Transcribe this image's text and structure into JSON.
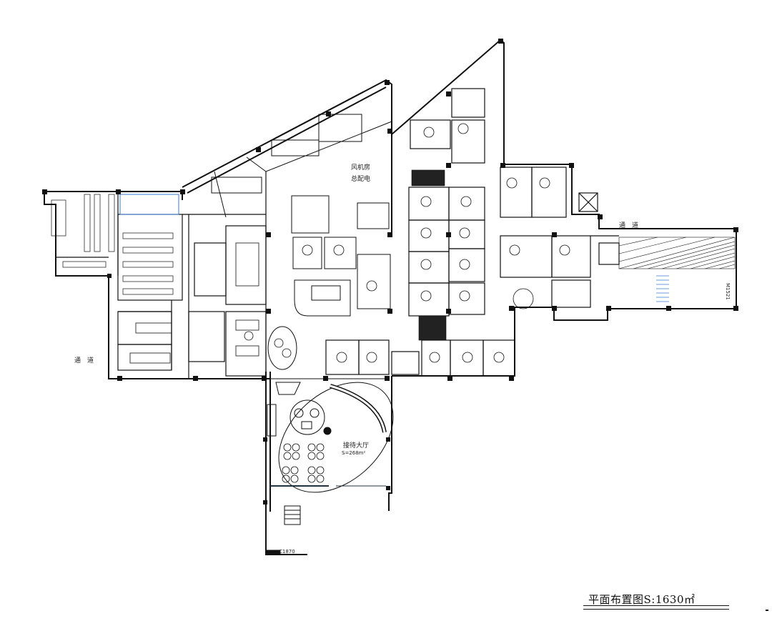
{
  "plan": {
    "title": "平面布置图S:1630㎡",
    "rooms": {
      "fan_room": "风机房",
      "power_room": "总配电",
      "reception_hall": "接待大厅",
      "reception_area": "S=268m²",
      "corridor_left": "通　道",
      "corridor_right": "通　道",
      "exit_label_right": "M1521",
      "exit_label_bottom": "C1870"
    }
  }
}
